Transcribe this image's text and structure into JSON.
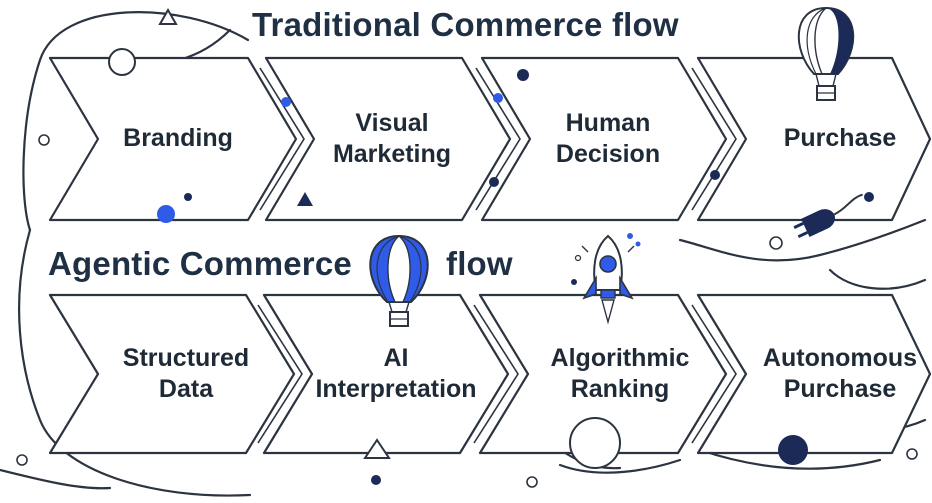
{
  "titles": {
    "traditional": "Traditional Commerce flow",
    "agentic_part1": "Agentic Commerce",
    "agentic_part2": "flow"
  },
  "traditional_steps": [
    {
      "line1": "Branding",
      "line2": ""
    },
    {
      "line1": "Visual",
      "line2": "Marketing"
    },
    {
      "line1": "Human",
      "line2": "Decision"
    },
    {
      "line1": "Purchase",
      "line2": ""
    }
  ],
  "agentic_steps": [
    {
      "line1": "Structured",
      "line2": "Data"
    },
    {
      "line1": "AI",
      "line2": "Interpretation"
    },
    {
      "line1": "Algorithmic",
      "line2": "Ranking"
    },
    {
      "line1": "Autonomous",
      "line2": "Purchase"
    }
  ],
  "colors": {
    "ink": "#1f2a37",
    "accent_blue": "#2f5be8",
    "navy": "#1c2a57",
    "stroke": "#2b3440"
  },
  "icons": [
    "hot-air-balloon-icon",
    "rocket-icon",
    "plug-icon"
  ]
}
